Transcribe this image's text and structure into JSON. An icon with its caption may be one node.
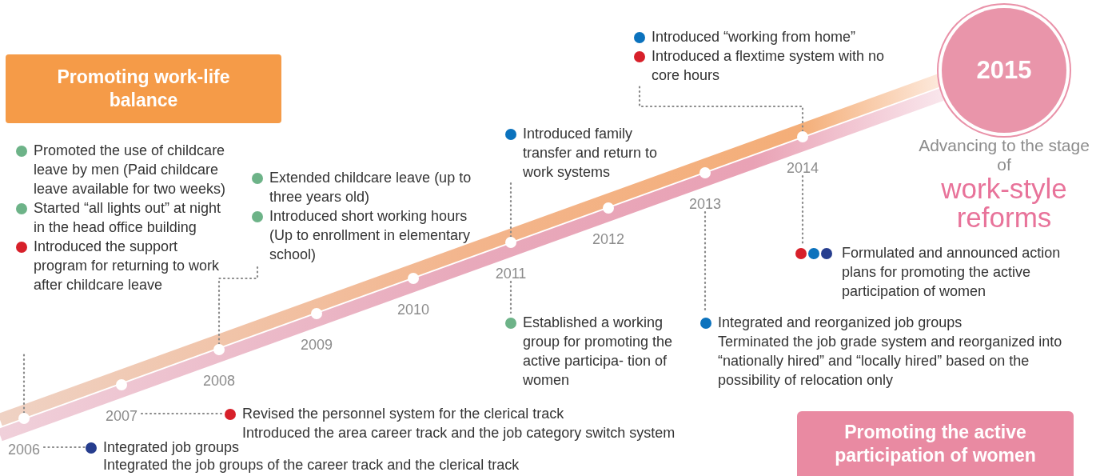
{
  "diagram": {
    "nodes": [
      {
        "text": [
          "Promoting work-life balance"
        ]
      },
      {
        "text": [
          "2015"
        ],
        "beside": [
          "Advancing to the stage of",
          "work-style reforms"
        ]
      },
      {
        "text": [
          "Promoting the active participation of women"
        ]
      },
      {
        "text": [
          "Promoted the use of childcare leave by men (Paid childcare leave available for two weeks)",
          "Started “all lights out” at night in the head office building",
          "Introduced the support program for returning to work after childcare leave"
        ]
      },
      {
        "text": [
          "Extended childcare leave (up to three years old)",
          "Introduced short working hours (Up to enrollment in elementary school)"
        ]
      },
      {
        "text": [
          "Introduced family transfer and return to work systems"
        ]
      },
      {
        "text": [
          "Introduced “working from home”",
          "Introduced a flextime system with no core hours"
        ]
      },
      {
        "text": [
          "Established a working group for promoting the active participa- tion of women"
        ]
      },
      {
        "text": [
          "Integrated and reorganized job groups",
          "Terminated the job grade system and reorganized into “nationally hired” and “locally hired” based on the possibility of relocation only"
        ]
      },
      {
        "text": [
          "Formulated and announced action plans for promoting the active participation of women"
        ]
      },
      {
        "text": [
          "Revised the personnel system for the clerical track",
          "Introduced the area career track and the job category switch system"
        ]
      },
      {
        "text": [
          "Integrated job groups",
          "Integrated the job groups of the career track and the clerical track"
        ]
      },
      {
        "text": [
          "2006"
        ]
      },
      {
        "text": [
          "2007"
        ]
      },
      {
        "text": [
          "2008"
        ]
      },
      {
        "text": [
          "2009"
        ]
      },
      {
        "text": [
          "2010"
        ]
      },
      {
        "text": [
          "2011"
        ]
      },
      {
        "text": [
          "2012"
        ]
      },
      {
        "text": [
          "2013"
        ]
      },
      {
        "text": [
          "2014"
        ]
      }
    ],
    "edges": [
      {
        "from": 12,
        "to": 3,
        "arrow": "none",
        "style": "dashed"
      },
      {
        "from": 12,
        "to": 11,
        "arrow": "none",
        "style": "dashed"
      },
      {
        "from": 13,
        "to": 10,
        "arrow": "none",
        "style": "dashed"
      },
      {
        "from": 14,
        "to": 4,
        "arrow": "none",
        "style": "dashed"
      },
      {
        "from": 17,
        "to": 5,
        "arrow": "none",
        "style": "dashed"
      },
      {
        "from": 17,
        "to": 7,
        "arrow": "none",
        "style": "dashed"
      },
      {
        "from": 19,
        "to": 8,
        "arrow": "none",
        "style": "dashed"
      },
      {
        "from": 20,
        "to": 6,
        "arrow": "none",
        "style": "dashed"
      },
      {
        "from": 20,
        "to": 9,
        "arrow": "none",
        "style": "dashed"
      }
    ]
  }
}
